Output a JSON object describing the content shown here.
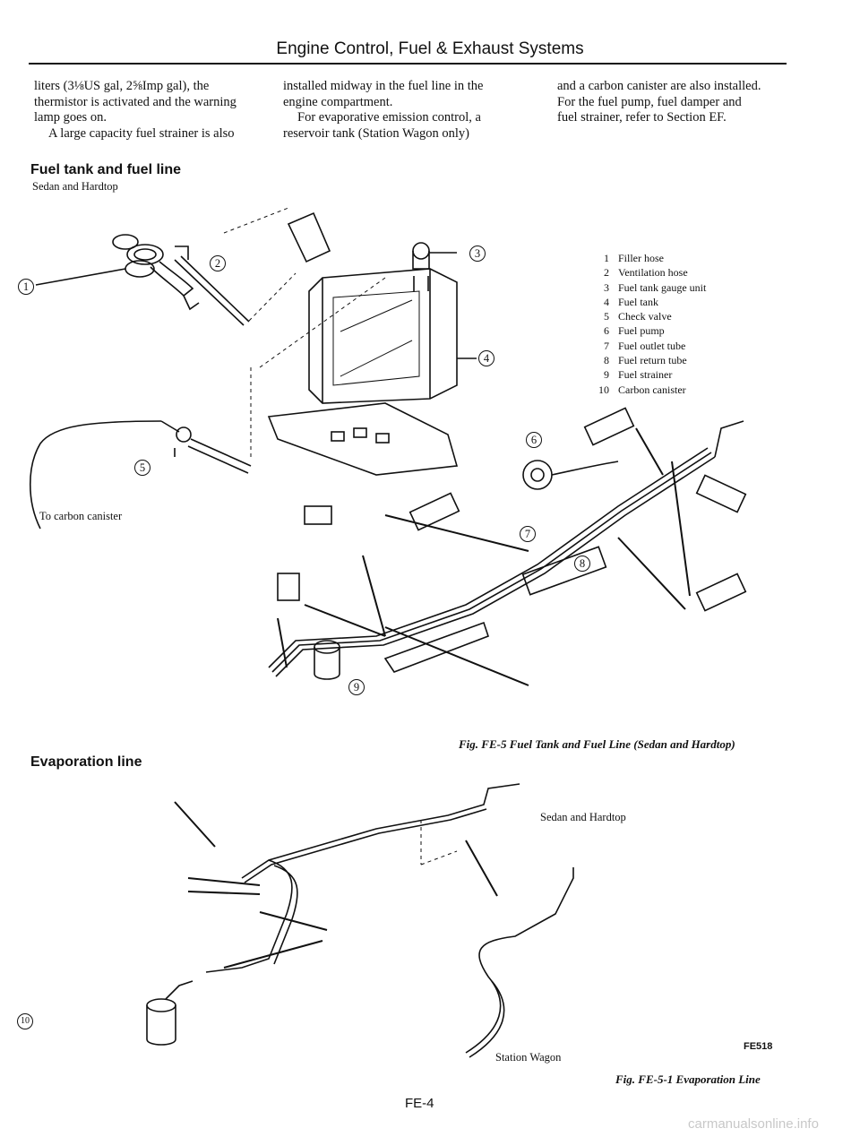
{
  "header": {
    "title": "Engine Control, Fuel & Exhaust Systems"
  },
  "columns": {
    "col1": [
      "liters (3⅛US gal, 2⅝Imp gal), the",
      "thermistor is activated and the warning",
      "lamp goes on."
    ],
    "col1_indent": "A large capacity fuel strainer is also",
    "col2": [
      "installed midway in the fuel line in the",
      "engine compartment."
    ],
    "col2_indent": [
      "For evaporative emission control, a",
      "reservoir tank (Station Wagon only)"
    ],
    "col3": [
      "and a carbon canister are also installed.",
      "For the fuel pump, fuel damper and",
      "fuel strainer, refer to Section EF."
    ]
  },
  "section1": {
    "title": "Fuel tank and fuel line",
    "subtitle": "Sedan and Hardtop"
  },
  "legend": [
    {
      "num": "1",
      "label": "Filler hose"
    },
    {
      "num": "2",
      "label": "Ventilation hose"
    },
    {
      "num": "3",
      "label": "Fuel tank gauge unit"
    },
    {
      "num": "4",
      "label": "Fuel tank"
    },
    {
      "num": "5",
      "label": "Check valve"
    },
    {
      "num": "6",
      "label": "Fuel pump"
    },
    {
      "num": "7",
      "label": "Fuel outlet tube"
    },
    {
      "num": "8",
      "label": "Fuel return tube"
    },
    {
      "num": "9",
      "label": "Fuel strainer"
    },
    {
      "num": "10",
      "label": "Carbon canister"
    }
  ],
  "callouts": {
    "c1": "1",
    "c2": "2",
    "c3": "3",
    "c4": "4",
    "c5": "5",
    "c6": "6",
    "c7": "7",
    "c8": "8",
    "c9": "9",
    "c10": "10"
  },
  "label_to_canister": "To carbon canister",
  "fig1_caption": "Fig. FE-5 Fuel Tank and Fuel Line (Sedan and Hardtop)",
  "section2": {
    "title": "Evaporation line"
  },
  "label_sedan_hardtop": "Sedan and Hardtop",
  "label_station_wagon": "Station Wagon",
  "fig_code": "FE518",
  "fig2_caption": "Fig. FE-5-1 Evaporation Line",
  "page_number": "FE-4",
  "watermark": "carmanualsonline.info"
}
